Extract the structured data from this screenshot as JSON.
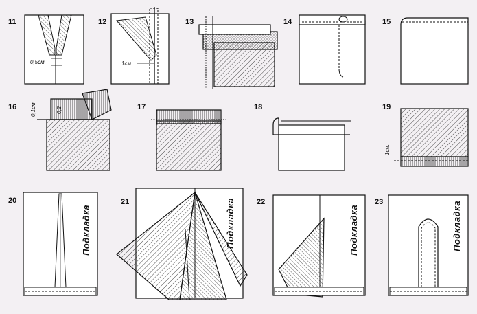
{
  "figures": [
    {
      "number": "11",
      "dimension": "0,5см."
    },
    {
      "number": "12",
      "dimension": "1см."
    },
    {
      "number": "13"
    },
    {
      "number": "14"
    },
    {
      "number": "15"
    },
    {
      "number": "16",
      "dimension_a": "0,1см",
      "dimension_b": "0,2"
    },
    {
      "number": "17"
    },
    {
      "number": "18"
    },
    {
      "number": "19",
      "dimension": "1см."
    },
    {
      "number": "20",
      "label": "Подкладка"
    },
    {
      "number": "21",
      "label": "Подкладка"
    },
    {
      "number": "22",
      "label": "Подкладка"
    },
    {
      "number": "23",
      "label": "Подкладка"
    }
  ]
}
